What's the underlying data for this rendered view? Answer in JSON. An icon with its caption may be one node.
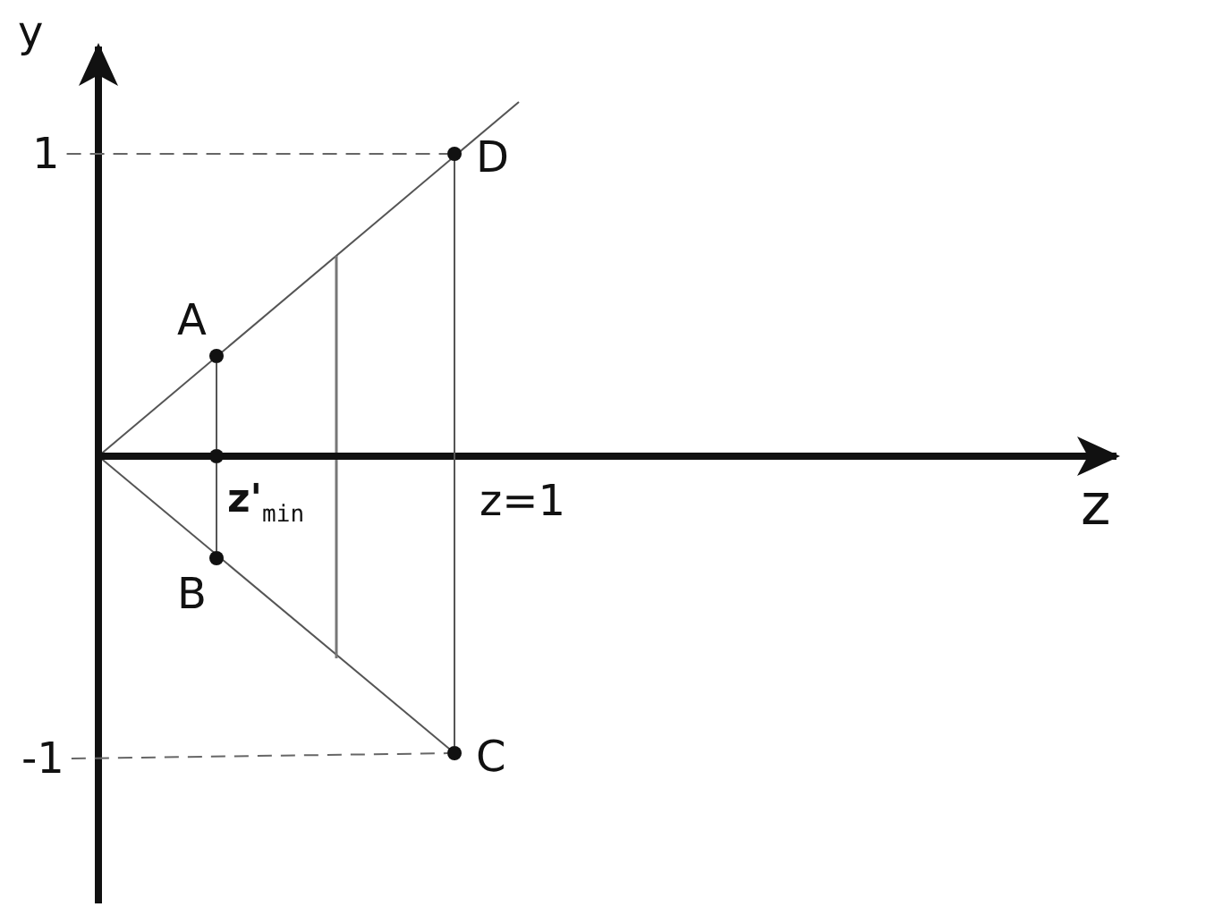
{
  "diagram": {
    "nodes": [
      {
        "text": [
          "1"
        ]
      },
      {
        "text": [
          "D"
        ]
      },
      {
        "text": [
          "A"
        ]
      },
      {
        "text": [
          "z'$_{min}$"
        ]
      },
      {
        "text": [
          "B"
        ]
      },
      {
        "text": [
          "-1"
        ]
      },
      {
        "text": [
          "C"
        ]
      }
    ],
    "edges": [
      {
        "from": 0,
        "to": 1,
        "arrow": "none",
        "style": "dashed"
      },
      {
        "from": 2,
        "to": 3,
        "arrow": "none"
      },
      {
        "from": 3,
        "to": 4,
        "arrow": "none"
      },
      {
        "from": 1,
        "to": 6,
        "arrow": "none"
      },
      {
        "from": 5,
        "to": 6,
        "arrow": "none",
        "style": "dashed"
      }
    ],
    "labels": [
      "y",
      "z",
      "z=1"
    ]
  }
}
